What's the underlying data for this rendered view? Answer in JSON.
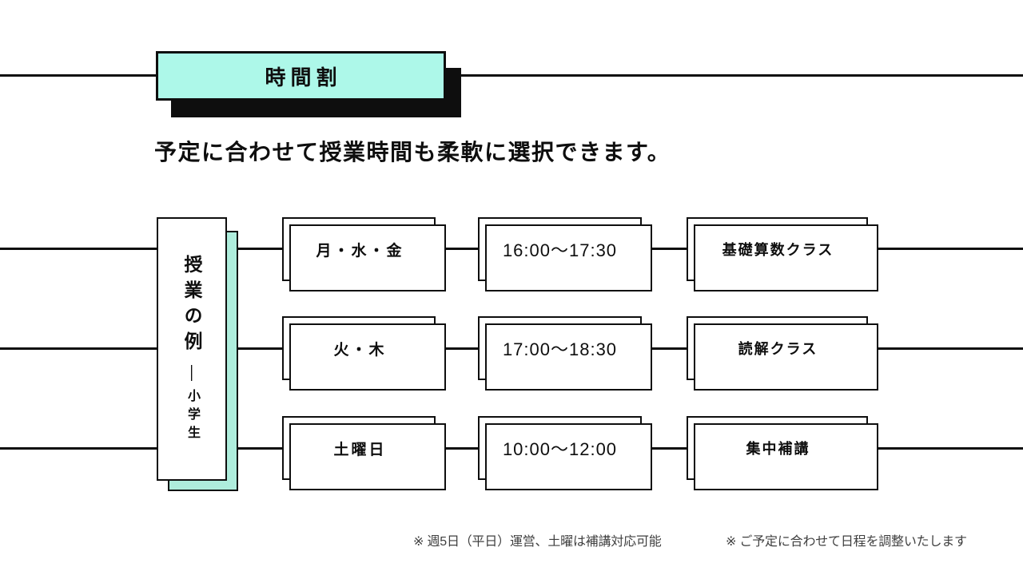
{
  "colors": {
    "accent": "#adf8e9",
    "accent2": "#aeeddc",
    "ink": "#0e0e0e",
    "note": "#3f3f3f"
  },
  "header": {
    "title": "時間割"
  },
  "subtitle": "予定に合わせて授業時間も柔軟に選択できます。",
  "sidebar_label": {
    "main": "授業の例",
    "divider": "―",
    "sub": "小学生"
  },
  "schedule": {
    "rows": [
      {
        "days": "月・水・金",
        "time": "16:00〜17:30",
        "course": "基礎算数クラス"
      },
      {
        "days": "火・木",
        "time": "17:00〜18:30",
        "course": "読解クラス"
      },
      {
        "days": "土曜日",
        "time": "10:00〜12:00",
        "course": "集中補講"
      }
    ]
  },
  "footnotes": [
    "※ 週5日（平日）運営、土曜は補講対応可能",
    "※ ご予定に合わせて日程を調整いたします"
  ]
}
